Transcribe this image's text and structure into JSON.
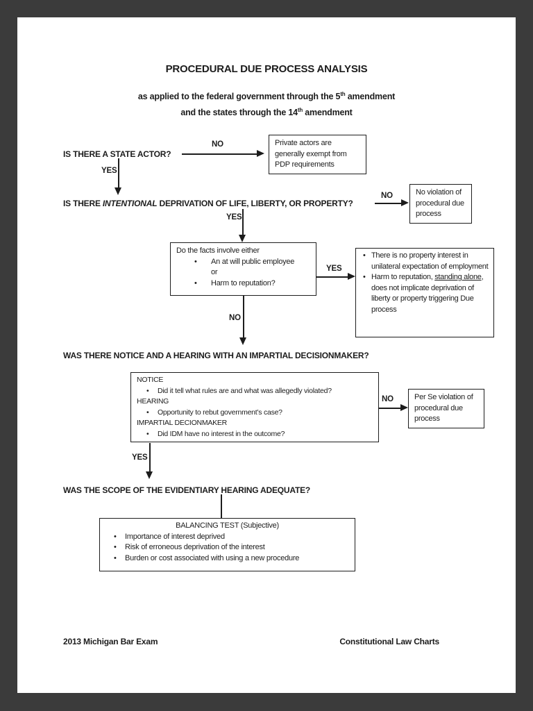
{
  "colors": {
    "frame": "#3b3b3b",
    "page": "#ffffff",
    "ink": "#1c1c1c"
  },
  "header": {
    "title": "PROCEDURAL DUE PROCESS ANALYSIS",
    "subtitle1_pre": "as applied to the federal government through the 5",
    "subtitle1_sup": "th",
    "subtitle1_post": " amendment",
    "subtitle2_pre": "and the states through the 14",
    "subtitle2_sup": "th",
    "subtitle2_post": " amendment"
  },
  "flow": {
    "q1": "IS THERE A STATE ACTOR?",
    "q1_no": "NO",
    "q1_yes": "YES",
    "private_box": "Private actors are generally exempt from PDP requirements",
    "q2_pre": "IS THERE ",
    "q2_italic": "INTENTIONAL",
    "q2_post": " DEPRIVATION OF LIFE, LIBERTY, OR PROPERTY?",
    "q2_no": "NO",
    "q2_yes": "YES",
    "no_violation_box": "No violation of procedural due process",
    "facts_box": {
      "intro": "Do the facts involve either",
      "b1": "An at will public employee",
      "b1_or": "or",
      "b2": "Harm to reputation?"
    },
    "facts_yes": "YES",
    "facts_no": "NO",
    "employment_box": {
      "b1": "There is no property interest in unilateral expectation of employment",
      "b2_pre": "Harm to reputation, ",
      "b2_underlined": "standing alone",
      "b2_post": ", does not implicate deprivation of liberty or property triggering Due process"
    },
    "q3": "WAS THERE NOTICE AND A HEARING WITH AN IMPARTIAL DECISIONMAKER?",
    "notice_box": {
      "h1": "NOTICE",
      "b1": "Did it tell what rules are and what was allegedly violated?",
      "h2": "HEARING",
      "b2": "Opportunity to rebut government’s case?",
      "h3": "IMPARTIAL DECIONMAKER",
      "b3": "Did IDM have no interest in the outcome?"
    },
    "notice_no": "NO",
    "notice_yes": "YES",
    "per_se_box": "Per Se violation of procedural due process",
    "q4": "WAS THE SCOPE OF THE EVIDENTIARY HEARING ADEQUATE?",
    "balancing_box": {
      "title": "BALANCING TEST (Subjective)",
      "b1": "Importance of interest deprived",
      "b2": "Risk of erroneous deprivation of the interest",
      "b3": "Burden or cost associated with using a new procedure"
    }
  },
  "footer": {
    "left": "2013 Michigan Bar Exam",
    "right": "Constitutional Law Charts"
  }
}
